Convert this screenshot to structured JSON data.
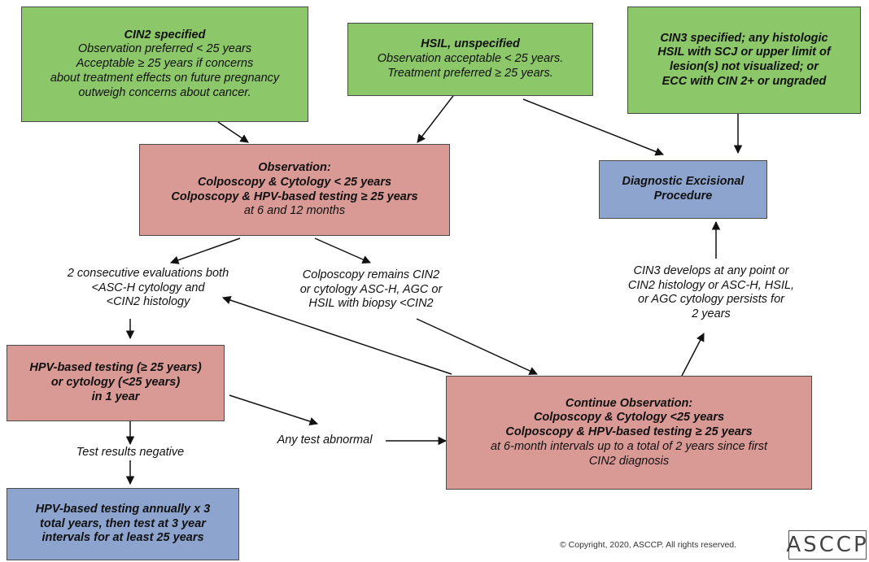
{
  "boxes": {
    "cin2": {
      "title": "CIN2 specified",
      "lines": [
        "Observation preferred < 25 years",
        "Acceptable ≥ 25 years if concerns",
        "about treatment effects on future pregnancy",
        "outweigh concerns about cancer."
      ]
    },
    "hsil": {
      "title": "HSIL, unspecified",
      "lines": [
        "Observation acceptable < 25 years.",
        "Treatment preferred ≥ 25 years."
      ]
    },
    "cin3": {
      "lines": [
        "CIN3 specified; any histologic",
        "HSIL with SCJ or upper limit of",
        "lesion(s) not visualized; or",
        "ECC with CIN 2+ or ungraded"
      ]
    },
    "observation": {
      "title": "Observation:",
      "bold_lines": [
        "Colposcopy & Cytology < 25 years",
        "Colposcopy & HPV-based testing ≥ 25 years"
      ],
      "sub": "at 6 and 12 months"
    },
    "excisional": {
      "lines": [
        "Diagnostic Excisional",
        "Procedure"
      ]
    },
    "hpv_testing": {
      "lines": [
        "HPV-based testing (≥ 25 years)",
        "or cytology (<25 years)",
        "in 1 year"
      ]
    },
    "continue": {
      "title": "Continue Observation:",
      "bold_lines": [
        "Colposcopy & Cytology <25 years",
        "Colposcopy & HPV-based testing ≥ 25 years"
      ],
      "sub_lines": [
        "at 6-month intervals up to a total of 2 years since first",
        "CIN2 diagnosis"
      ]
    },
    "annual": {
      "lines": [
        "HPV-based testing annually x 3",
        "total years, then test  at 3 year",
        "intervals for at least 25 years"
      ]
    }
  },
  "labels": {
    "two_consecutive": [
      "2 consecutive evaluations both",
      "<ASC-H cytology and",
      "<CIN2 histology"
    ],
    "colpo_remains": [
      "Colposcopy remains CIN2",
      "or cytology ASC-H, AGC or",
      "HSIL with biopsy <CIN2"
    ],
    "cin3_develops": [
      "CIN3 develops at any point or",
      "CIN2 histology or ASC-H, HSIL,",
      "or AGC cytology persists for",
      "2 years"
    ],
    "test_negative": "Test results negative",
    "any_abnormal": "Any test abnormal"
  },
  "footer": {
    "copyright": "© Copyright, 2020, ASCCP. All rights reserved.",
    "logo": "ASCCP"
  },
  "colors": {
    "green": "#8cc769",
    "rose": "#d99995",
    "blue": "#8da4cf"
  }
}
